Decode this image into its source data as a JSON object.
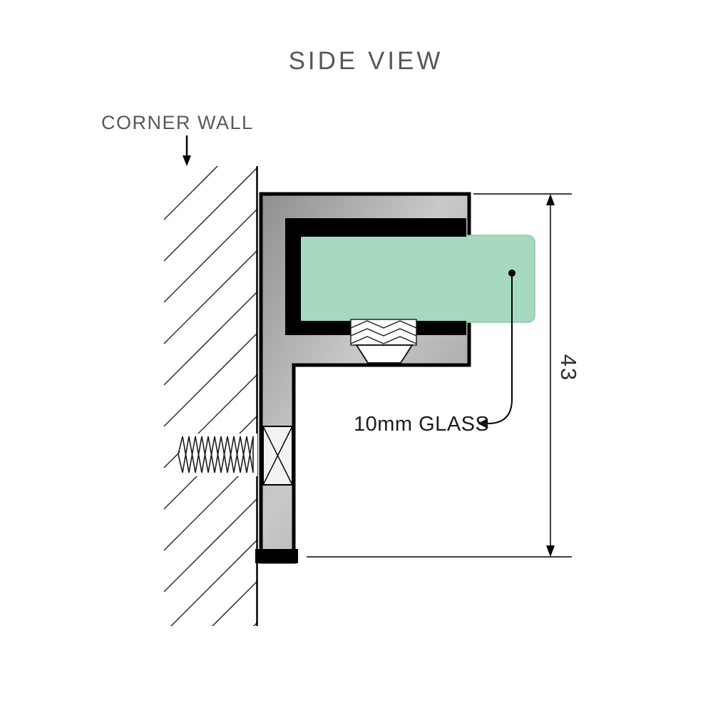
{
  "title": "SIDE VIEW",
  "annotations": {
    "corner_wall_label": "CORNER WALL",
    "glass_label": "10mm GLASS",
    "dimension_value": "43"
  },
  "colors": {
    "glass_fill": "#a6d9be",
    "glass_edge": "#8cc7ab",
    "bracket_gray_light": "#c9c9c9",
    "bracket_gray_dark": "#8f8f8f",
    "line_black": "#000000",
    "label_gray": "#57585a",
    "label_black": "#1c1c1c"
  }
}
